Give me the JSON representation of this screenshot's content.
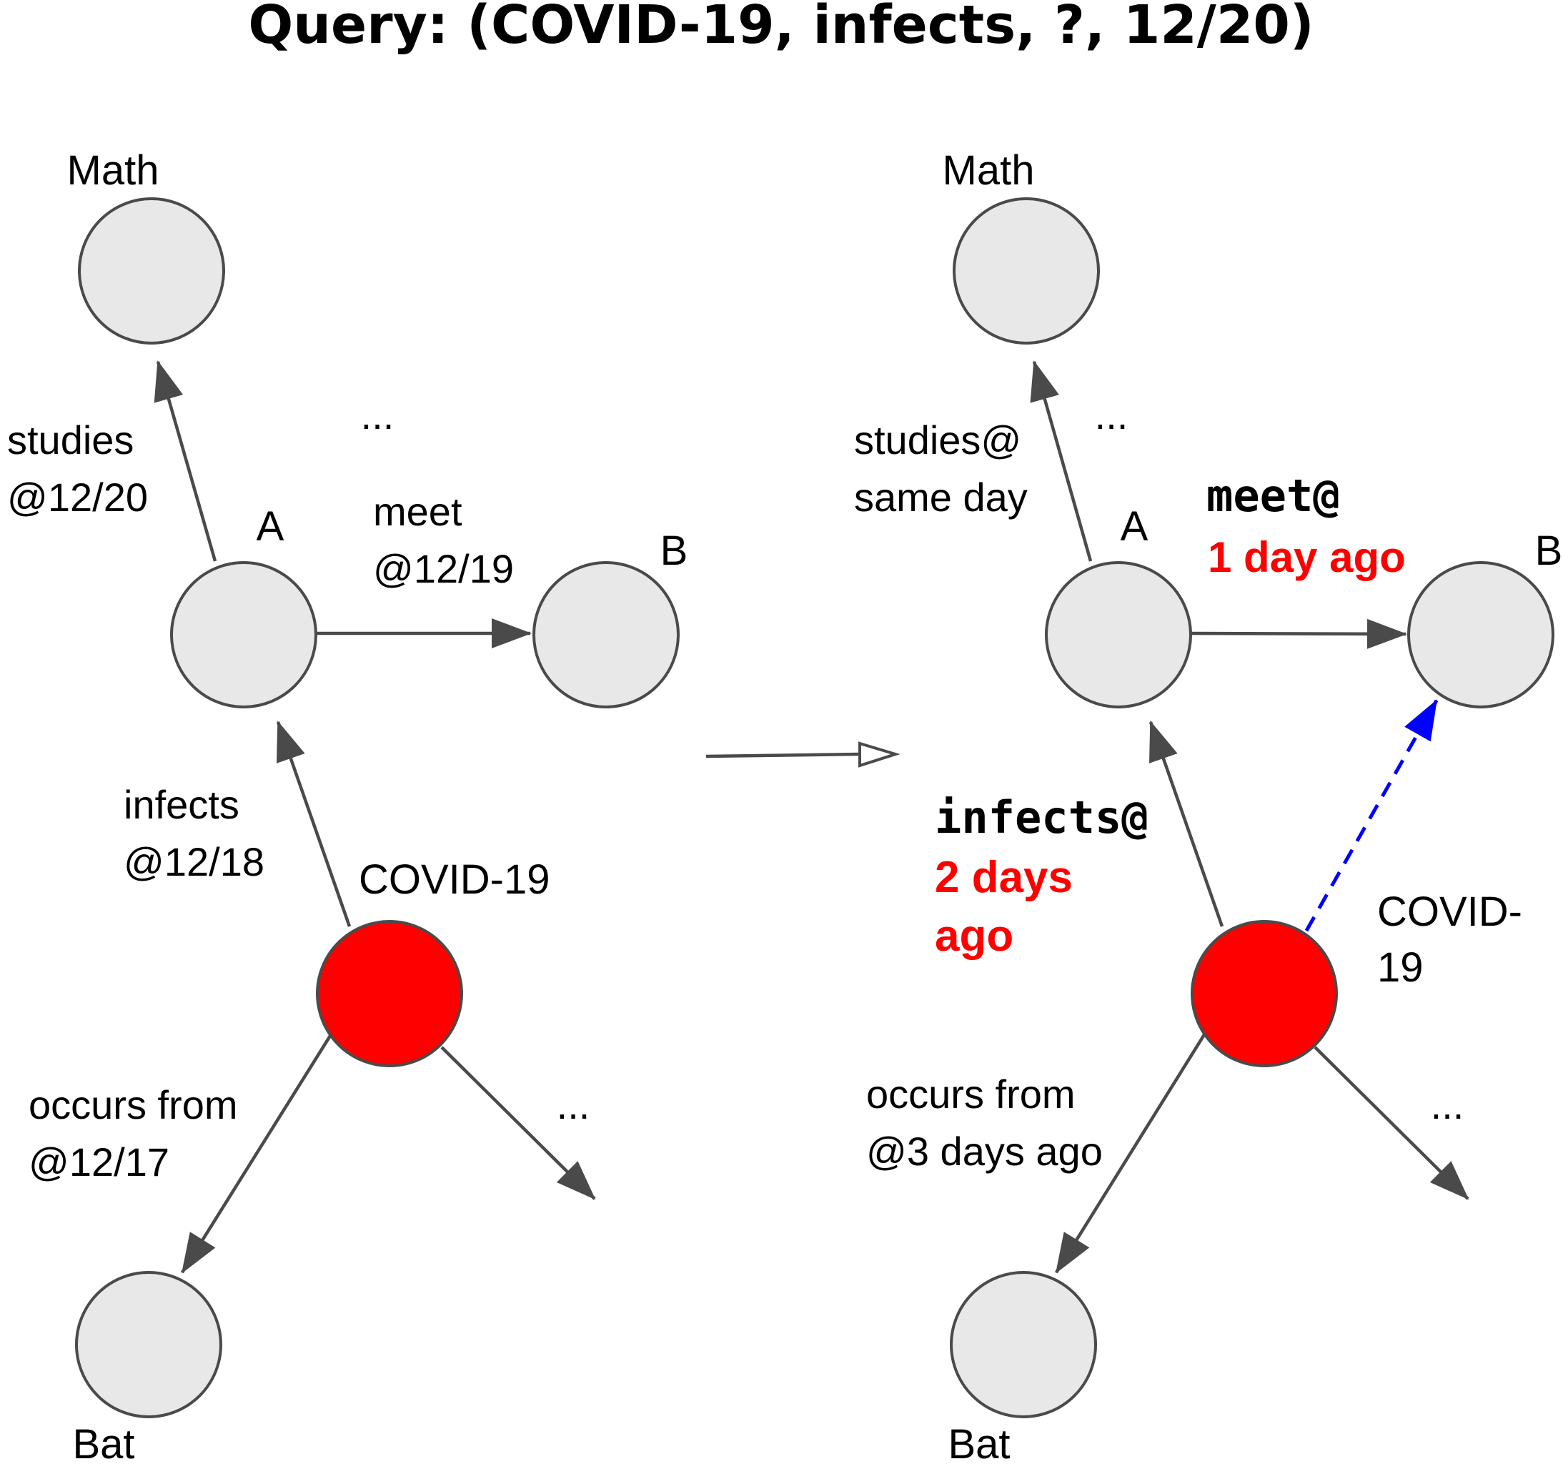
{
  "title": "Query: (COVID-19, infects, ?, 12/20)",
  "colors": {
    "node_fill": "#e8e8e8",
    "node_stroke": "#4a4a4a",
    "query_node_fill": "#ff0000",
    "relative_time_text": "#ff0000",
    "predicted_edge": "#0000ff"
  },
  "left_graph": {
    "nodes": {
      "math": "Math",
      "a": "A",
      "b": "B",
      "covid": "COVID-19",
      "bat": "Bat"
    },
    "edges": {
      "studies": [
        "studies",
        "@12/20"
      ],
      "meet": [
        "meet",
        "@12/19"
      ],
      "infects": [
        "infects",
        "@12/18"
      ],
      "occurs": [
        "occurs from",
        "@12/17"
      ]
    },
    "ellipsis_top": "...",
    "ellipsis_bottom": "..."
  },
  "right_graph": {
    "nodes": {
      "math": "Math",
      "a": "A",
      "b": "B",
      "covid": [
        "COVID-",
        "19"
      ],
      "bat": "Bat"
    },
    "edges": {
      "studies": [
        "studies@",
        "same day"
      ],
      "meet": {
        "relation": "meet@",
        "time": [
          "1 day ago"
        ]
      },
      "infects": {
        "relation": "infects@",
        "time": [
          "2 days",
          "ago"
        ]
      },
      "occurs": [
        "occurs from",
        "@3 days ago"
      ]
    },
    "ellipsis_top": "...",
    "ellipsis_bottom": "..."
  }
}
